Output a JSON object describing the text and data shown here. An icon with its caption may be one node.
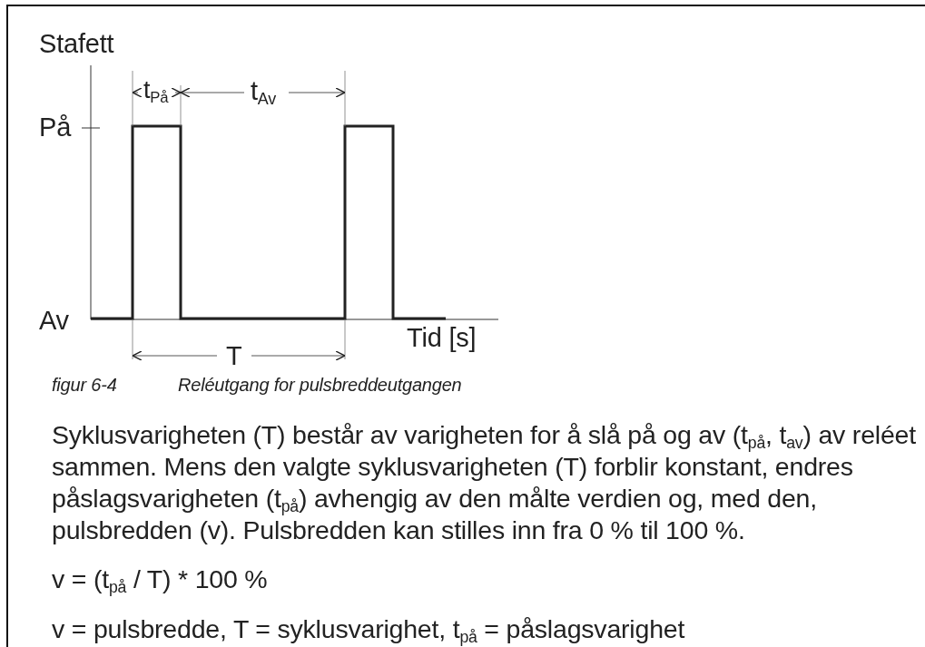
{
  "diagram": {
    "labels": [
      "Stafett",
      "t$_{På}$",
      "t$_{Av}$",
      "På",
      "Av",
      "Tid [s]",
      "T",
      "figur 6-4",
      "Reléutgang for pulsbreddeutgangen",
      "Syklusvarigheten (T) består av varigheten for å slå på og av (t$_{på}$, t$_{av}$) av reléet sammen. Mens den valgte syklusvarigheten (T) forblir konstant, endres påslagsvarigheten (t$_{på}$) avhengig av den målte verdien og, med den, pulsbredden (v). Pulsbredden kan stilles inn fra 0 % til 100 %.",
      "v = (t$_{på}$ / T) * 100 %",
      "v = pulsbredde, T = syklusvarighet, t$_{på}$ = påslagsvarighet"
    ]
  }
}
